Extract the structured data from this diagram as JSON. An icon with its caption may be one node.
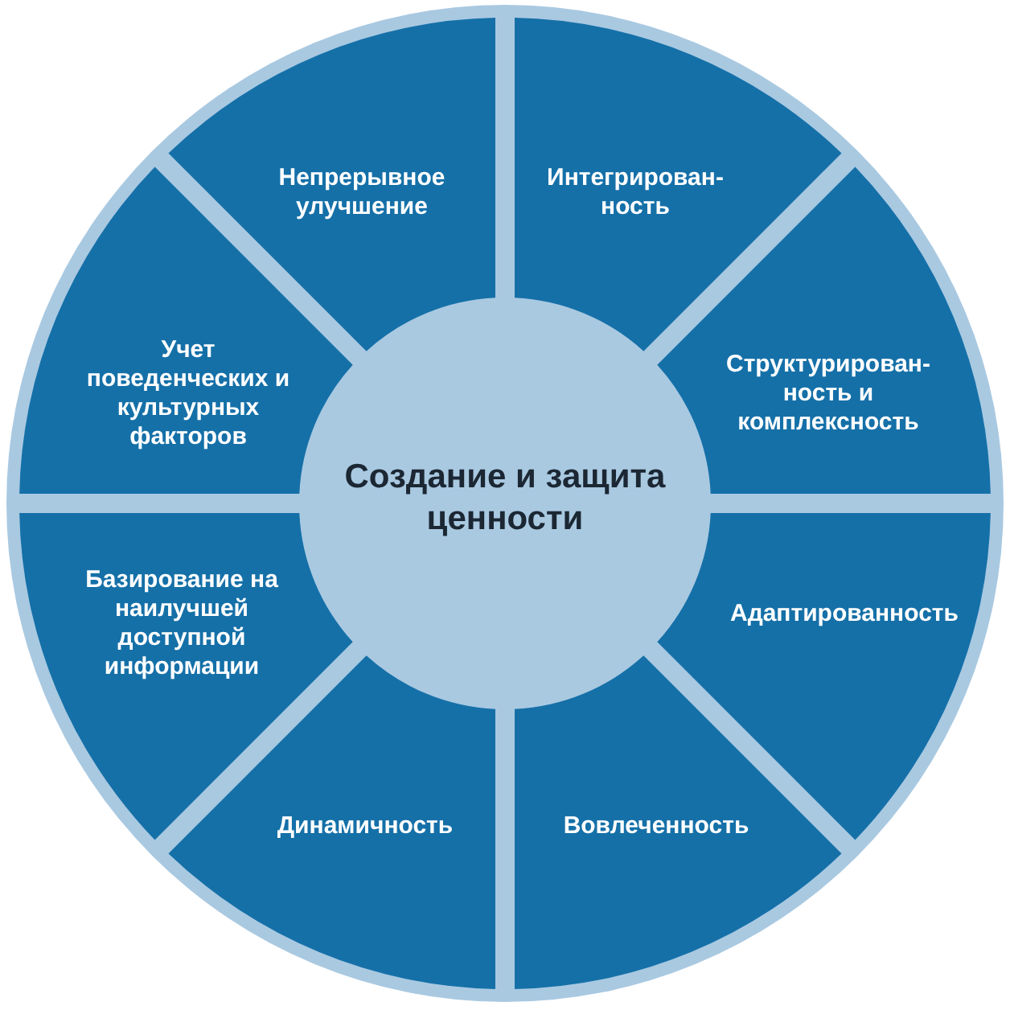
{
  "diagram": {
    "nodes": [
      {
        "text": [
          "Создание и защита ценности"
        ]
      },
      {
        "text": [
          "Непрерывное улучшение"
        ]
      },
      {
        "text": [
          "Интегрирован- ность"
        ]
      },
      {
        "text": [
          "Структурирован- ность и комплексность"
        ]
      },
      {
        "text": [
          "Адаптированность"
        ]
      },
      {
        "text": [
          "Вовлеченность"
        ]
      },
      {
        "text": [
          "Динамичность"
        ]
      },
      {
        "text": [
          "Базирование на наилучшей доступной информации"
        ]
      },
      {
        "text": [
          "Учет поведенческих и культурных факторов"
        ]
      }
    ]
  }
}
